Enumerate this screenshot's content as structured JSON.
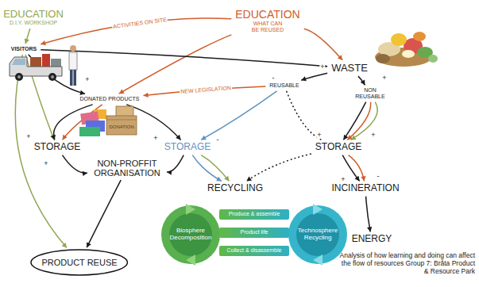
{
  "diagram": {
    "caption": "Analysis of how learning and doing can affect the flow of resources Group 7: Bråta Product & Resource Park",
    "nodes": [
      {
        "text": [
          "EDUCATION",
          "D.I.Y. WORKSHOP"
        ]
      },
      {
        "text": [
          "EDUCATION",
          "WHAT CAN BE REUSED"
        ]
      },
      {
        "text": [
          "VISITORS"
        ]
      },
      {
        "text": [
          "WASTE"
        ]
      },
      {
        "text": [
          "REUSABLE"
        ]
      },
      {
        "text": [
          "NON REUSABLE"
        ]
      },
      {
        "text": [
          "DONATED PRODUCTS"
        ]
      },
      {
        "text": [
          "STORAGE"
        ]
      },
      {
        "text": [
          "STORAGE"
        ]
      },
      {
        "text": [
          "STORAGE"
        ]
      },
      {
        "text": [
          "NON-PROFFIT ORGANISATION"
        ]
      },
      {
        "text": [
          "RECYCLING"
        ]
      },
      {
        "text": [
          "INCINERATION"
        ]
      },
      {
        "text": [
          "PRODUCT REUSE"
        ]
      },
      {
        "text": [
          "Biosphere Decomposition"
        ]
      },
      {
        "text": [
          "Technosphere Recycling"
        ]
      },
      {
        "text": [
          "Produce & assemble"
        ]
      },
      {
        "text": [
          "Product life"
        ]
      },
      {
        "text": [
          "Collect & disassemble"
        ]
      },
      {
        "text": [
          "ENERGY"
        ]
      }
    ],
    "edges": [
      {
        "from": 0,
        "to": 2,
        "arrow": "to"
      },
      {
        "from": 1,
        "to": 2,
        "label": "ACTIVITIES ON SITE",
        "arrow": "to"
      },
      {
        "from": 1,
        "to": 3,
        "arrow": "to"
      },
      {
        "from": 1,
        "to": 6,
        "arrow": "to"
      },
      {
        "from": 2,
        "to": 3,
        "arrow": "to"
      },
      {
        "from": 2,
        "to": 6,
        "arrow": "to"
      },
      {
        "from": 4,
        "to": 6,
        "label": "NEW LEGISLATION",
        "arrow": "to"
      },
      {
        "from": 3,
        "to": 4,
        "arrow": "to"
      },
      {
        "from": 3,
        "to": 5,
        "arrow": "to"
      },
      {
        "from": 2,
        "to": 7,
        "arrow": "to"
      },
      {
        "from": 6,
        "to": 7,
        "arrow": "to"
      },
      {
        "from": 6,
        "to": 7,
        "arrow": "to"
      },
      {
        "from": 6,
        "to": 8,
        "arrow": "to"
      },
      {
        "from": 4,
        "to": 8,
        "arrow": "to"
      },
      {
        "from": 4,
        "to": 9,
        "arrow": "none"
      },
      {
        "from": 5,
        "to": 9,
        "arrow": "to"
      },
      {
        "from": 5,
        "to": 9,
        "arrow": "to"
      },
      {
        "from": 5,
        "to": 9,
        "arrow": "to"
      },
      {
        "from": 7,
        "to": 10,
        "arrow": "to"
      },
      {
        "from": 8,
        "to": 10,
        "arrow": "to"
      },
      {
        "from": 8,
        "to": 11,
        "arrow": "to"
      },
      {
        "from": 8,
        "to": 11,
        "arrow": "to"
      },
      {
        "from": 9,
        "to": 11,
        "arrow": "to"
      },
      {
        "from": 9,
        "to": 12,
        "arrow": "to"
      },
      {
        "from": 9,
        "to": 12,
        "arrow": "to"
      },
      {
        "from": 10,
        "to": 13,
        "arrow": "to"
      },
      {
        "from": 12,
        "to": 19,
        "arrow": "to"
      },
      {
        "from": 2,
        "to": 13,
        "arrow": "to"
      }
    ],
    "labels": [
      "+",
      "-",
      "+",
      "+",
      "DONATION",
      "+",
      "+",
      "+",
      "+",
      "-",
      "+",
      "+",
      "-"
    ]
  }
}
